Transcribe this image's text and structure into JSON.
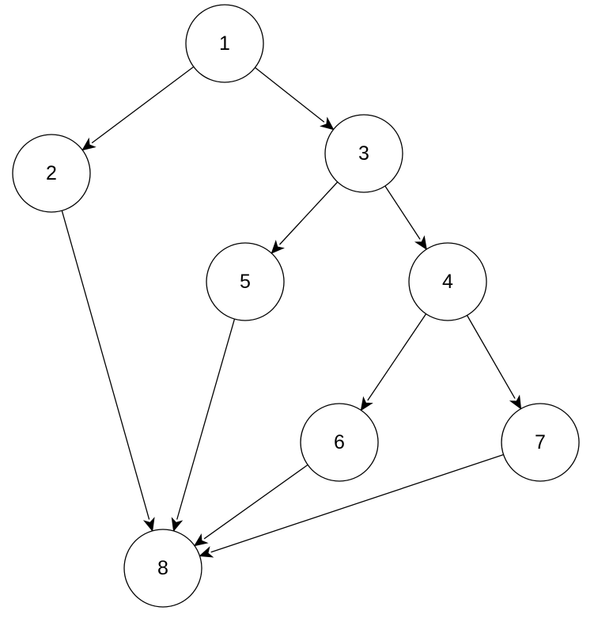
{
  "diagram": {
    "type": "directed-graph",
    "colors": {
      "node_fill": "#ffffff",
      "stroke": "#000000",
      "label": "#000000"
    },
    "nodes": [
      {
        "id": "1",
        "label": "1"
      },
      {
        "id": "2",
        "label": "2"
      },
      {
        "id": "3",
        "label": "3"
      },
      {
        "id": "4",
        "label": "4"
      },
      {
        "id": "5",
        "label": "5"
      },
      {
        "id": "6",
        "label": "6"
      },
      {
        "id": "7",
        "label": "7"
      },
      {
        "id": "8",
        "label": "8"
      }
    ],
    "edges": [
      {
        "from": "1",
        "to": "2"
      },
      {
        "from": "1",
        "to": "3"
      },
      {
        "from": "3",
        "to": "5"
      },
      {
        "from": "3",
        "to": "4"
      },
      {
        "from": "4",
        "to": "6"
      },
      {
        "from": "4",
        "to": "7"
      },
      {
        "from": "2",
        "to": "8"
      },
      {
        "from": "5",
        "to": "8"
      },
      {
        "from": "6",
        "to": "8"
      },
      {
        "from": "7",
        "to": "8"
      }
    ]
  }
}
